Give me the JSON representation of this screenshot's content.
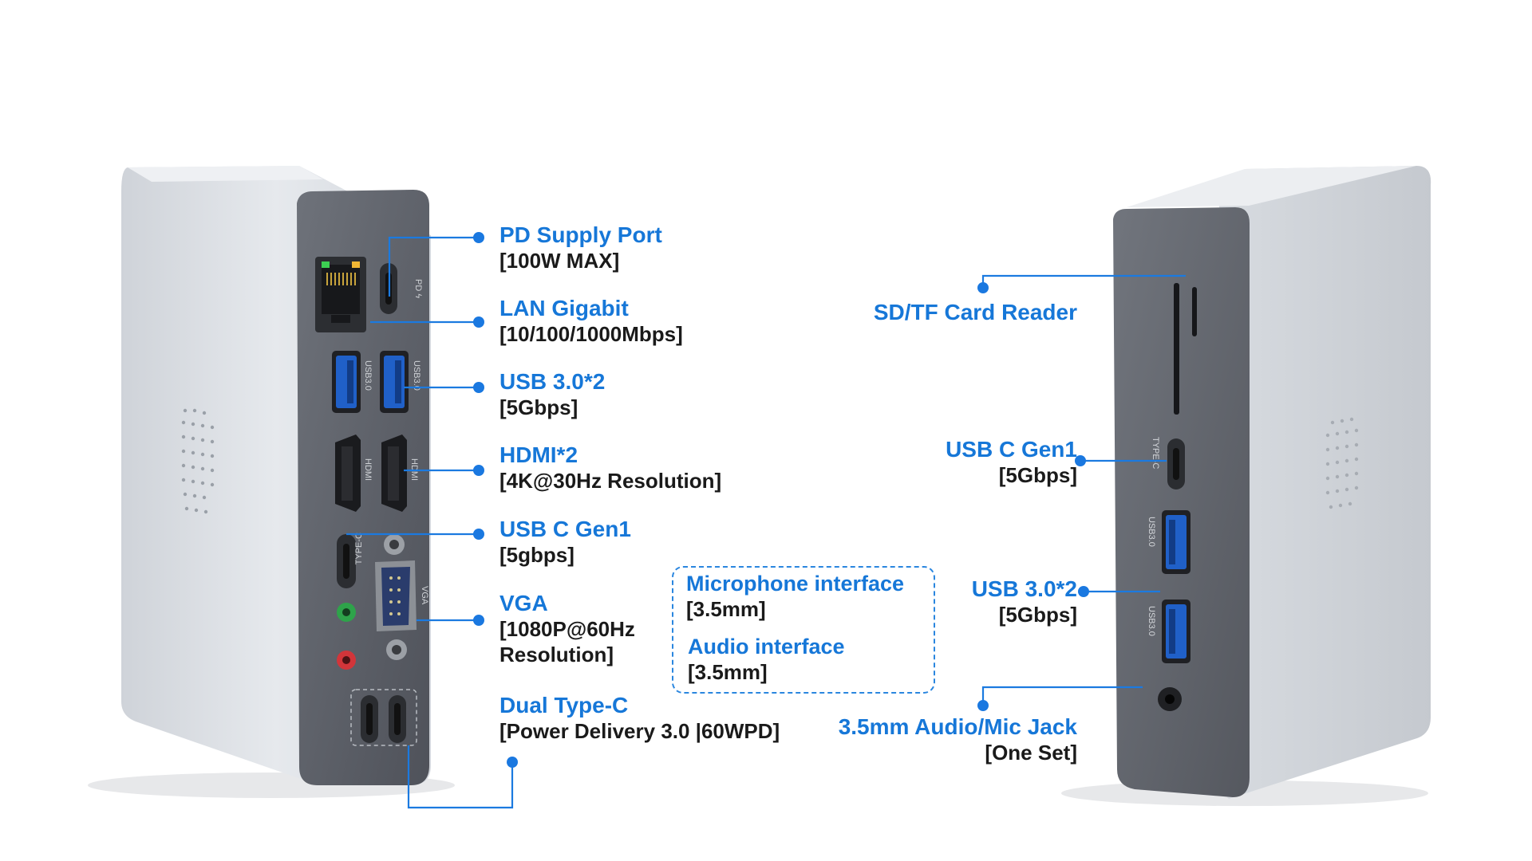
{
  "colors": {
    "accent": "#1677d8",
    "text": "#1a1a1a",
    "shell": "#d9dde3",
    "panel": "#5e6169"
  },
  "left_unit": {
    "icons": [
      "ethernet-port",
      "usb-c-port",
      "usb-a-port",
      "hdmi-port",
      "vga-port",
      "audio-jack"
    ],
    "port_text": {
      "pd": "PD ϟ",
      "usb30": "USB3.0",
      "hdmi": "HDMI",
      "typec": "TYPE-C",
      "vga": "VGA"
    },
    "labels": [
      {
        "key": "pd",
        "title": "PD Supply Port",
        "sub": "[100W MAX]"
      },
      {
        "key": "lan",
        "title": "LAN Gigabit",
        "sub": "[10/100/1000Mbps]"
      },
      {
        "key": "usb3",
        "title": "USB 3.0*2",
        "sub": "[5Gbps]"
      },
      {
        "key": "hdmi",
        "title": "HDMI*2",
        "sub": "[4K@30Hz Resolution]"
      },
      {
        "key": "usbc",
        "title": "USB C Gen1",
        "sub": "[5gbps]"
      },
      {
        "key": "vga",
        "title": "VGA",
        "sub": "[1080P@60Hz",
        "sub2": "Resolution]"
      },
      {
        "key": "dualc",
        "title": "Dual Type-C",
        "sub": "[Power Delivery 3.0 |60WPD]"
      }
    ]
  },
  "audio_box": {
    "mic_title": "Microphone interface",
    "mic_sub": "[3.5mm]",
    "audio_title": "Audio interface",
    "audio_sub": "[3.5mm]"
  },
  "right_unit": {
    "port_text": {
      "typec": "TYPE-C",
      "usb30": "USB3.0"
    },
    "labels": [
      {
        "key": "sd",
        "title": "SD/TF Card Reader"
      },
      {
        "key": "usbc",
        "title": "USB C Gen1",
        "sub": "[5Gbps]"
      },
      {
        "key": "usb3",
        "title": "USB 3.0*2",
        "sub": "[5Gbps]"
      },
      {
        "key": "jack",
        "title": "3.5mm Audio/Mic Jack",
        "sub": "[One Set]"
      }
    ]
  }
}
